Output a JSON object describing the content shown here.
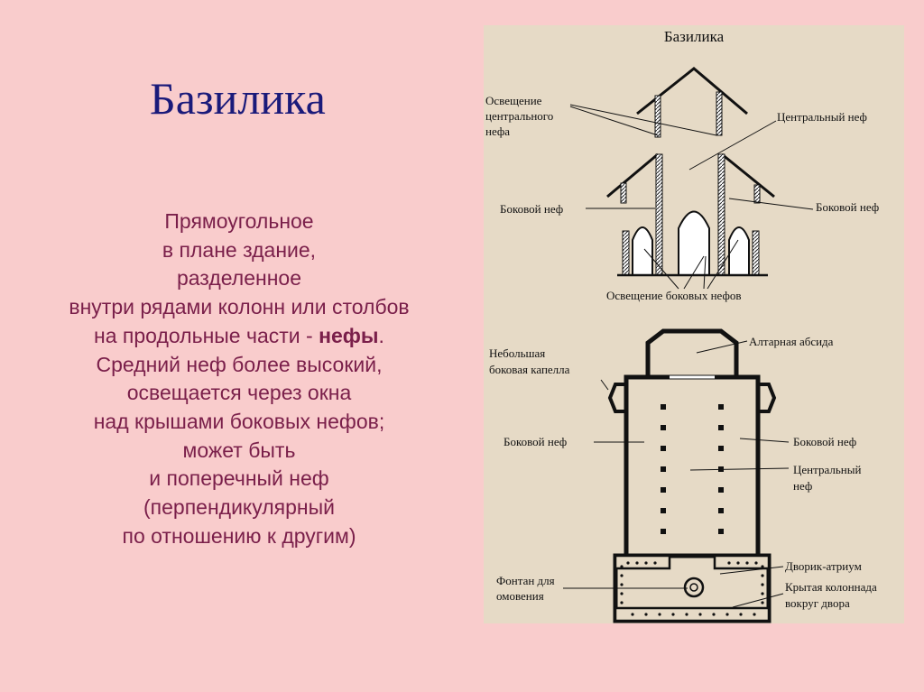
{
  "slide": {
    "title": "Базилика",
    "lines": [
      "Прямоугольное",
      "в плане здание,",
      "разделенное",
      "внутри рядами колонн или столбов",
      "на продольные части - ",
      "Средний неф более высокий,",
      "освещается через окна",
      "над крышами боковых нефов;",
      "может быть",
      "и поперечный неф",
      "(перпендикулярный",
      "по отношению к другим)"
    ],
    "bold_word": "нефы",
    "bold_suffix": "."
  },
  "figure": {
    "title": "Базилика",
    "labels": {
      "central_light_1": "Освещение",
      "central_light_2": "центрального",
      "central_light_3": "нефа",
      "central_nave_top": "Центральный неф",
      "side_nave_left_top": "Боковой неф",
      "side_nave_right_top": "Боковой неф",
      "side_light": "Освещение боковых нефов",
      "chapel_1": "Небольшая",
      "chapel_2": "боковая капелла",
      "apse": "Алтарная абсида",
      "side_nave_left_plan": "Боковой неф",
      "side_nave_right_plan": "Боковой неф",
      "central_nave_plan_1": "Центральный",
      "central_nave_plan_2": "неф",
      "fountain_1": "Фонтан для",
      "fountain_2": "омовения",
      "atrium": "Дворик-атриум",
      "colonnade_1": "Крытая колоннада",
      "colonnade_2": "вокруг двора"
    }
  }
}
